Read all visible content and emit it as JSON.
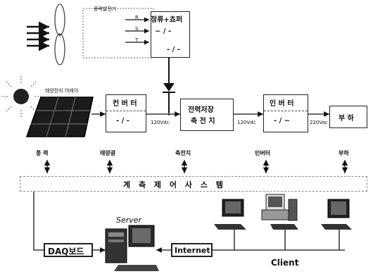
{
  "generation": {
    "wind_generator_label": "풍력발전기",
    "solar_array_label": "태양전지 어레이",
    "phases": [
      "R",
      "S",
      "T"
    ]
  },
  "blocks": {
    "rectifier_chopper": {
      "title": "정류+쵸퍼",
      "symbol_top": "~ / -",
      "symbol_bottom": "- / -"
    },
    "converter": {
      "title": "컨 버 터",
      "symbol": "- / -"
    },
    "storage": {
      "line1": "전력저장",
      "line2": "축 전 지"
    },
    "inverter": {
      "title": "인 버 터",
      "symbol": "- / ~"
    },
    "load": {
      "title": "부 하"
    }
  },
  "voltages": {
    "v1": "120Vdc",
    "v2": "120Vdc",
    "v3": "220Vac"
  },
  "monitor_points": {
    "wind": "풍 력",
    "solar": "태양광",
    "battery": "축전지",
    "inverter": "인버터",
    "load": "부하"
  },
  "control_system": "계 측 제 어 사 스 템",
  "network": {
    "server": "Server",
    "daq": "DAQ보드",
    "internet": "Internet",
    "client": "Client"
  }
}
